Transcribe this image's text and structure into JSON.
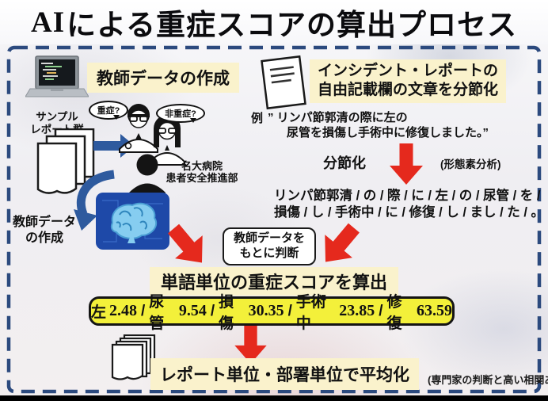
{
  "title": {
    "latin": "AI",
    "rest": "による重症スコアの算出プロセス"
  },
  "teacher_flow": {
    "heading": "教師データの作成",
    "sample_reports_label": "サンプル\nレポート群",
    "bubble_severe": "重症?",
    "bubble_nonsevere": "非重症?",
    "hospital_label": "名大病院\n患者安全推進部",
    "creation_label": "教師データ\nの作成"
  },
  "segmentation_flow": {
    "heading": "インシデント・レポートの\n自由記載欄の文章を分節化",
    "example_prefix": "例",
    "example_line1": "” リンパ節郭清の際に左の",
    "example_line2": "尿管を損傷し手術中に修復しました。”",
    "step_label": "分節化",
    "method_note": "(形態素分析)",
    "segmented_text": "リンパ節郭清 / の / 際 / に / 左 / の / 尿管 / を /\n損傷 / し / 手術中 / に / 修復 / し / まし / た / 。"
  },
  "scoring": {
    "judge_note": "教師データを\nもとに判断",
    "heading": "単語単位の重症スコアを算出",
    "separator": "/",
    "word_scores": [
      {
        "word": "左",
        "score": "2.48"
      },
      {
        "word": "尿管",
        "score": "9.54"
      },
      {
        "word": "損傷",
        "score": "30.35"
      },
      {
        "word": "手術中",
        "score": "23.85"
      },
      {
        "word": "修復",
        "score": "63.59"
      }
    ]
  },
  "averaging": {
    "heading": "レポート単位・部署単位で平均化",
    "note": "(専門家の判断と高い相関あり)"
  },
  "icons": [
    "laptop-icon",
    "report-stack-icon",
    "arrow-right-icon",
    "doctors-icon",
    "curved-arrow-icon",
    "ai-brain-icon",
    "document-icon",
    "red-arrow-icon",
    "report-stack-bottom-icon"
  ],
  "colors": {
    "highlight_yellow": "#faf2cc",
    "score_box_yellow": "#f3f03a",
    "arrow_red": "#e5291d",
    "arrow_blue": "#2e5a9e",
    "border_navy": "#2c4a7e"
  }
}
